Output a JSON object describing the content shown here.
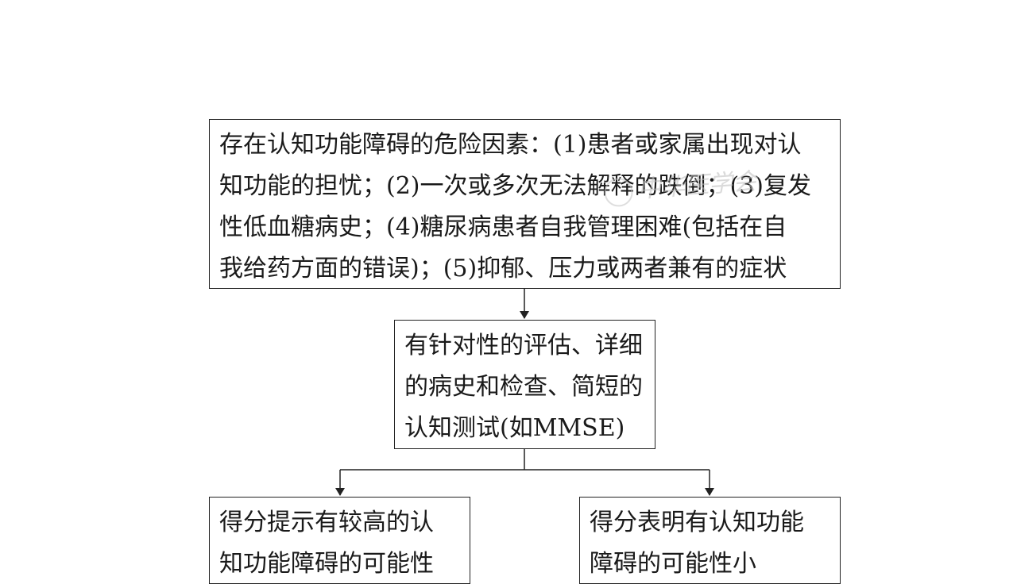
{
  "flowchart": {
    "risk_box": {
      "lines": [
        "存在认知功能障碍的危险因素：(1)患者或家属出现对认",
        "知功能的担忧；(2)一次或多次无法解释的跌倒；(3)复发",
        "性低血糖病史；(4)糖尿病患者自我管理困难(包括在自",
        "我给药方面的错误)；(5)抑郁、压力或两者兼有的症状"
      ]
    },
    "assessment_box": {
      "lines": [
        "有针对性的评估、详细",
        "的病史和检查、简短的",
        "认知测试(如MMSE)"
      ]
    },
    "high_score_box": {
      "lines": [
        "得分提示有较高的认",
        "知功能障碍的可能性"
      ]
    },
    "low_score_box": {
      "lines": [
        "得分表明有认知功能",
        "障碍的可能性小"
      ]
    }
  },
  "watermark": {
    "text": "中华医学会"
  },
  "colors": {
    "line": "#222222",
    "text": "#1a1a1a",
    "background": "#ffffff"
  }
}
